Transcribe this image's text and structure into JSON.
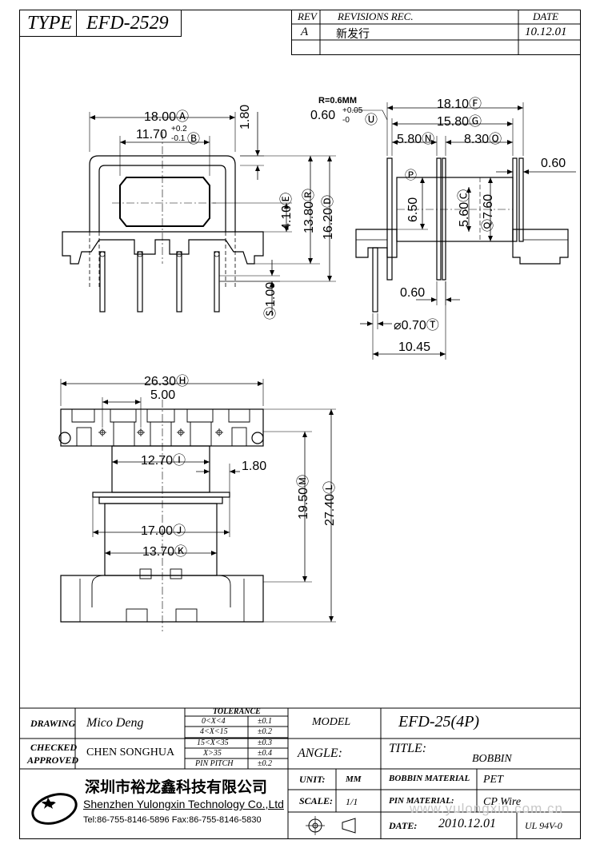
{
  "header": {
    "type_label": "TYPE",
    "type_value": "EFD-2529",
    "rev_label": "REV",
    "revisions_label": "REVISIONS REC.",
    "date_label": "DATE",
    "rev_value": "A",
    "revision_text": "新发行",
    "rev_date": "10.12.01"
  },
  "dims": {
    "d_a": "18.00Ⓐ",
    "d_b": "11.70",
    "d_b_tol_plus": "+0.2",
    "d_b_tol_minus": "-0.1",
    "d_b_mark": "Ⓑ",
    "d_18": "1.80",
    "d_e": "4.10Ⓔ",
    "d_r": "13.80Ⓡ",
    "d_d": "16.20Ⓓ",
    "d_s": "Ⓢ1.00",
    "d_f": "18.10Ⓕ",
    "d_g": "15.80Ⓖ",
    "d_n": "5.80Ⓝ",
    "d_o": "8.30Ⓞ",
    "d_060r": "0.60",
    "d_p": "Ⓟ",
    "d_650": "6.50",
    "d_c": "5.60Ⓒ",
    "d_q": "Ⓠ7.60",
    "d_060b": "0.60",
    "d_t": "⌀0.70Ⓣ",
    "d_1045": "10.45",
    "d_u_note": "R=0.6MM",
    "d_u": "0.60",
    "d_u_tol_plus": "+0.05",
    "d_u_tol_minus": "-0",
    "d_u_mark": "Ⓤ",
    "d_h": "26.30Ⓗ",
    "d_500": "5.00",
    "d_i": "12.70Ⓘ",
    "d_180b": "1.80",
    "d_m": "19.50Ⓜ",
    "d_l": "27.40Ⓛ",
    "d_j": "17.00Ⓙ",
    "d_k": "13.70Ⓚ"
  },
  "title_block": {
    "drawing_label": "DRAWING",
    "drawing_value": "Mico Deng",
    "checked_label": "CHECKED",
    "approved_label": "APPROVED",
    "checked_value": "CHEN SONGHUA",
    "tolerance_label": "TOLERANCE",
    "tolerance_rows": [
      {
        "range": "0<X<4",
        "value": "±0.1"
      },
      {
        "range": "4<X<15",
        "value": "±0.2"
      },
      {
        "range": "15<X<35",
        "value": "±0.3"
      },
      {
        "range": "X>35",
        "value": "±0.4"
      },
      {
        "range": "PIN PITCH",
        "value": "±0.2"
      }
    ],
    "model_label": "MODEL",
    "model_value": "EFD-25(4P)",
    "angle_label": "ANGLE:",
    "title_label": "TITLE:",
    "title_value": "BOBBIN",
    "unit_label": "UNIT:",
    "unit_value": "MM",
    "scale_label": "SCALE:",
    "scale_value": "1/1",
    "bobbin_material_label": "BOBBIN MATERIAL",
    "bobbin_material_value": "PET",
    "pin_material_label": "PIN MATERIAL:",
    "pin_material_value": "CP Wire",
    "date_label": "DATE:",
    "date_value": "2010.12.01",
    "ul_value": "UL 94V-0",
    "company_cn": "深圳市裕龙鑫科技有限公司",
    "company_en": "Shenzhen Yulongxin Technology Co.,Ltd",
    "contact": "Tel:86-755-8146-5896  Fax:86-755-8146-5830",
    "watermark": "www.yulongxin.com.cn"
  }
}
